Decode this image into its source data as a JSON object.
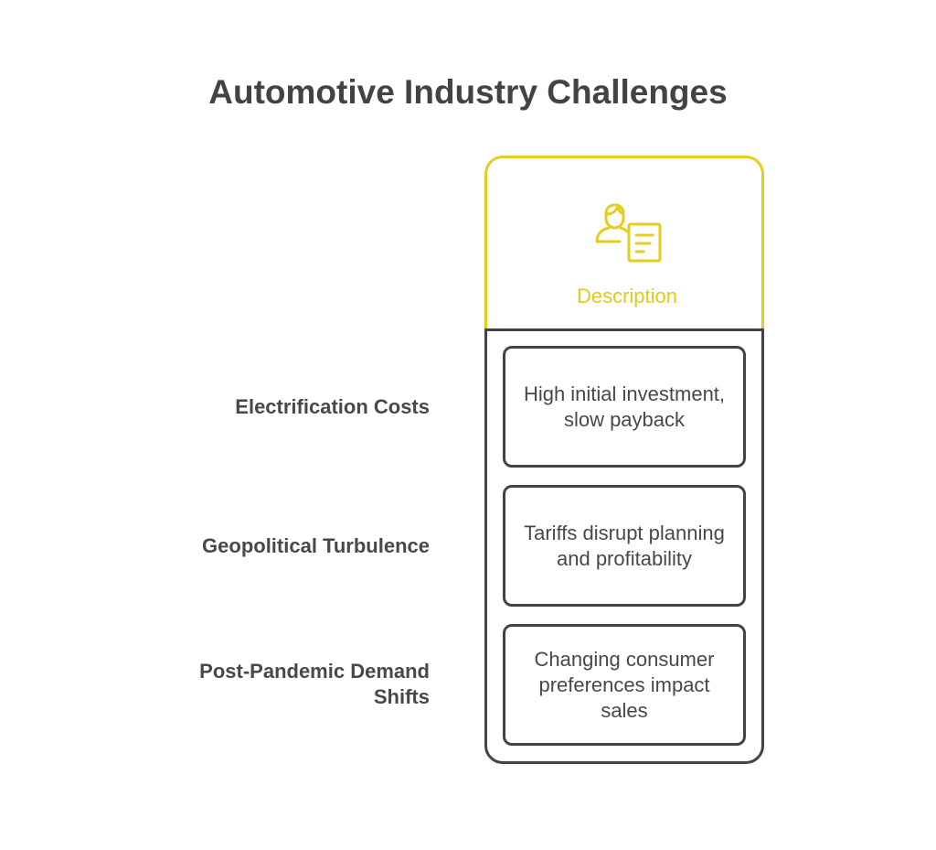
{
  "title": "Automotive Industry Challenges",
  "colors": {
    "accent": "#e6cc1e",
    "outline": "#434343",
    "text": "#484848"
  },
  "column": {
    "header": "Description",
    "icon": "person-document-icon"
  },
  "rows": [
    {
      "label": "Electrification Costs",
      "description": "High initial investment, slow payback"
    },
    {
      "label": "Geopolitical Turbulence",
      "description": "Tariffs disrupt planning and profitability"
    },
    {
      "label": "Post-Pandemic Demand Shifts",
      "description": "Changing consumer preferences impact sales"
    }
  ]
}
